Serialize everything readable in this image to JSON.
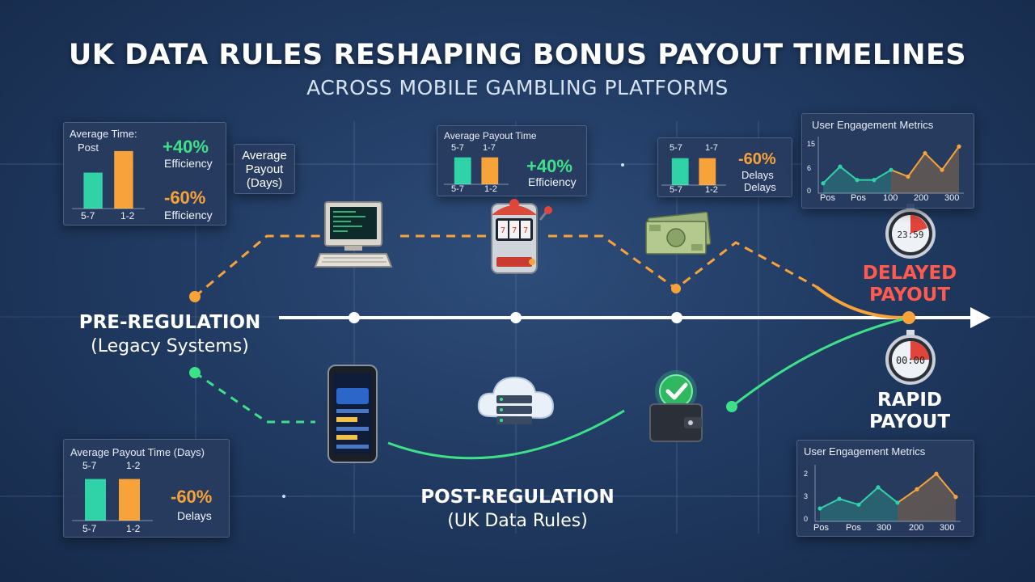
{
  "header": {
    "title": "UK DATA RULES RESHAPING BONUS PAYOUT TIMELINES",
    "subtitle": "ACROSS MOBILE GAMBLING PLATFORMS"
  },
  "timeline": {
    "pre_label": "PRE-REGULATION",
    "pre_sub": "(Legacy Systems)",
    "post_label": "POST-REGULATION",
    "post_sub": "(UK Data Rules)",
    "delayed_line1": "DELAYED",
    "delayed_line2": "PAYOUT",
    "rapid_line1": "RAPID",
    "rapid_line2": "PAYOUT",
    "clock_delayed": "23:59",
    "clock_rapid": "00:00"
  },
  "axis_label": {
    "line1": "Average",
    "line2": "Payout",
    "line3": "(Days)"
  },
  "panel_top_left": {
    "title_line1": "Average Time:",
    "title_line2": "Post",
    "stat1_value": "+40%",
    "stat1_label": "Efficiency",
    "stat2_value": "-60%",
    "stat2_label": "Efficiency",
    "bar_labels": [
      "5-7",
      "1-2"
    ]
  },
  "panel_top_mid": {
    "title": "Average Payout Time",
    "bar_top_labels": [
      "5-7",
      "1-7"
    ],
    "bar_labels": [
      "5-7",
      "1-2"
    ],
    "stat_value": "+40%",
    "stat_label": "Efficiency"
  },
  "panel_top_right_small": {
    "bar_top_labels": [
      "5-7",
      "1-7"
    ],
    "bar_labels": [
      "5-7",
      "1-2"
    ],
    "stat_value": "-60%",
    "stat_label1": "Delays",
    "stat_label2": "Delays"
  },
  "panel_bottom_left": {
    "title": "Average Payout Time (Days)",
    "bar_top_labels": [
      "5-7",
      "1-2"
    ],
    "bar_labels": [
      "5-7",
      "1-2"
    ],
    "stat_value": "-60%",
    "stat_label": "Delays"
  },
  "engagement_top": {
    "title": "User Engagement Metrics",
    "y_ticks": [
      "15",
      "6",
      "0"
    ],
    "x_ticks": [
      "Pos",
      "Pos",
      "100",
      "200",
      "300"
    ]
  },
  "engagement_bottom": {
    "title": "User Engagement Metrics",
    "y_ticks": [
      "2",
      "3",
      "0"
    ],
    "x_ticks": [
      "Pos",
      "Pos",
      "300",
      "200",
      "300"
    ]
  },
  "colors": {
    "green": "#3fe08a",
    "orange": "#f7a33a",
    "teal": "#2fd3a7",
    "red": "#ff5a4e",
    "timeline": "#ffffff"
  },
  "chart_data": [
    {
      "type": "bar",
      "categories": [
        "5-7",
        "1-2"
      ],
      "values": [
        5,
        8
      ],
      "ylim": [
        0,
        9
      ]
    },
    {
      "type": "bar",
      "categories": [
        "5-7",
        "1-2"
      ],
      "values": [
        5,
        5
      ],
      "ylim": [
        0,
        6
      ]
    },
    {
      "type": "bar",
      "categories": [
        "5-7",
        "1-2"
      ],
      "values": [
        5,
        5
      ],
      "ylim": [
        0,
        6
      ]
    },
    {
      "type": "bar",
      "categories": [
        "5-7",
        "1-2"
      ],
      "values": [
        6,
        6
      ],
      "ylim": [
        0,
        7
      ]
    },
    {
      "type": "line",
      "x": [
        0,
        1,
        2,
        3,
        4,
        5,
        6,
        7,
        8,
        9
      ],
      "series": [
        {
          "values": [
            2,
            7,
            3,
            3,
            6,
            4,
            11,
            6,
            13
          ]
        }
      ],
      "ylim": [
        0,
        15
      ]
    },
    {
      "type": "line",
      "x": [
        0,
        1,
        2,
        3,
        4,
        5,
        6,
        7,
        8
      ],
      "series": [
        {
          "values": [
            0.5,
            1,
            0.7,
            1.6,
            0.8,
            1.5,
            2.3,
            1.1
          ]
        }
      ],
      "ylim": [
        0,
        2.6
      ]
    }
  ]
}
